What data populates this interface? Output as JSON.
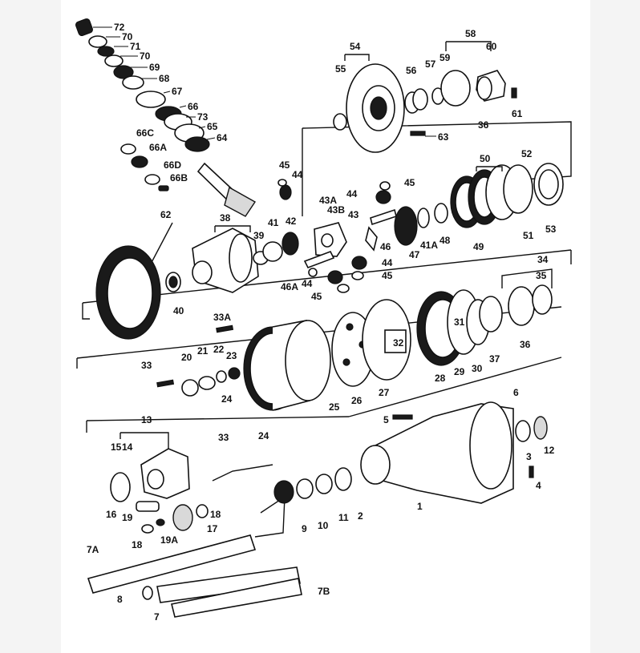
{
  "callouts": [
    {
      "id": "72",
      "text": "72"
    },
    {
      "id": "70a",
      "text": "70"
    },
    {
      "id": "71",
      "text": "71"
    },
    {
      "id": "70b",
      "text": "70"
    },
    {
      "id": "69",
      "text": "69"
    },
    {
      "id": "68",
      "text": "68"
    },
    {
      "id": "67",
      "text": "67"
    },
    {
      "id": "66",
      "text": "66"
    },
    {
      "id": "73",
      "text": "73"
    },
    {
      "id": "65",
      "text": "65"
    },
    {
      "id": "64",
      "text": "64"
    },
    {
      "id": "66C",
      "text": "66C"
    },
    {
      "id": "66A",
      "text": "66A"
    },
    {
      "id": "66D",
      "text": "66D"
    },
    {
      "id": "66B",
      "text": "66B"
    },
    {
      "id": "62",
      "text": "62"
    },
    {
      "id": "54",
      "text": "54"
    },
    {
      "id": "55",
      "text": "55"
    },
    {
      "id": "56",
      "text": "56"
    },
    {
      "id": "57",
      "text": "57"
    },
    {
      "id": "58",
      "text": "58"
    },
    {
      "id": "59",
      "text": "59"
    },
    {
      "id": "60",
      "text": "60"
    },
    {
      "id": "36a",
      "text": "36"
    },
    {
      "id": "61",
      "text": "61"
    },
    {
      "id": "63",
      "text": "63"
    },
    {
      "id": "45a",
      "text": "45"
    },
    {
      "id": "44a",
      "text": "44"
    },
    {
      "id": "43A",
      "text": "43A"
    },
    {
      "id": "43B",
      "text": "43B"
    },
    {
      "id": "44b",
      "text": "44"
    },
    {
      "id": "45b",
      "text": "45"
    },
    {
      "id": "50",
      "text": "50"
    },
    {
      "id": "52",
      "text": "52"
    },
    {
      "id": "38",
      "text": "38"
    },
    {
      "id": "41",
      "text": "41"
    },
    {
      "id": "42",
      "text": "42"
    },
    {
      "id": "39",
      "text": "39"
    },
    {
      "id": "43",
      "text": "43"
    },
    {
      "id": "46",
      "text": "46"
    },
    {
      "id": "47",
      "text": "47"
    },
    {
      "id": "41A",
      "text": "41A"
    },
    {
      "id": "48",
      "text": "48"
    },
    {
      "id": "49",
      "text": "49"
    },
    {
      "id": "51",
      "text": "51"
    },
    {
      "id": "53",
      "text": "53"
    },
    {
      "id": "44c",
      "text": "44"
    },
    {
      "id": "45c",
      "text": "45"
    },
    {
      "id": "46A",
      "text": "46A"
    },
    {
      "id": "44d",
      "text": "44"
    },
    {
      "id": "45d",
      "text": "45"
    },
    {
      "id": "40",
      "text": "40"
    },
    {
      "id": "34",
      "text": "34"
    },
    {
      "id": "35",
      "text": "35"
    },
    {
      "id": "36b",
      "text": "36"
    },
    {
      "id": "33A",
      "text": "33A"
    },
    {
      "id": "31",
      "text": "31"
    },
    {
      "id": "32",
      "text": "32"
    },
    {
      "id": "37",
      "text": "37"
    },
    {
      "id": "20",
      "text": "20"
    },
    {
      "id": "21",
      "text": "21"
    },
    {
      "id": "22",
      "text": "22"
    },
    {
      "id": "23",
      "text": "23"
    },
    {
      "id": "33a",
      "text": "33"
    },
    {
      "id": "24a",
      "text": "24"
    },
    {
      "id": "25",
      "text": "25"
    },
    {
      "id": "26",
      "text": "26"
    },
    {
      "id": "27",
      "text": "27"
    },
    {
      "id": "28",
      "text": "28"
    },
    {
      "id": "29",
      "text": "29"
    },
    {
      "id": "30",
      "text": "30"
    },
    {
      "id": "6",
      "text": "6"
    },
    {
      "id": "5",
      "text": "5"
    },
    {
      "id": "33b",
      "text": "33"
    },
    {
      "id": "24b",
      "text": "24"
    },
    {
      "id": "13",
      "text": "13"
    },
    {
      "id": "15",
      "text": "15"
    },
    {
      "id": "14",
      "text": "14"
    },
    {
      "id": "3",
      "text": "3"
    },
    {
      "id": "12",
      "text": "12"
    },
    {
      "id": "4",
      "text": "4"
    },
    {
      "id": "1",
      "text": "1"
    },
    {
      "id": "2",
      "text": "2"
    },
    {
      "id": "11",
      "text": "11"
    },
    {
      "id": "10",
      "text": "10"
    },
    {
      "id": "9",
      "text": "9"
    },
    {
      "id": "16",
      "text": "16"
    },
    {
      "id": "19",
      "text": "19"
    },
    {
      "id": "18a",
      "text": "18"
    },
    {
      "id": "17",
      "text": "17"
    },
    {
      "id": "18b",
      "text": "18"
    },
    {
      "id": "19A",
      "text": "19A"
    },
    {
      "id": "7A",
      "text": "7A"
    },
    {
      "id": "8",
      "text": "8"
    },
    {
      "id": "7",
      "text": "7"
    },
    {
      "id": "7B",
      "text": "7B"
    }
  ],
  "colors": {
    "ink": "#111111",
    "paper": "#ffffff",
    "margin": "#f4f4f4"
  }
}
